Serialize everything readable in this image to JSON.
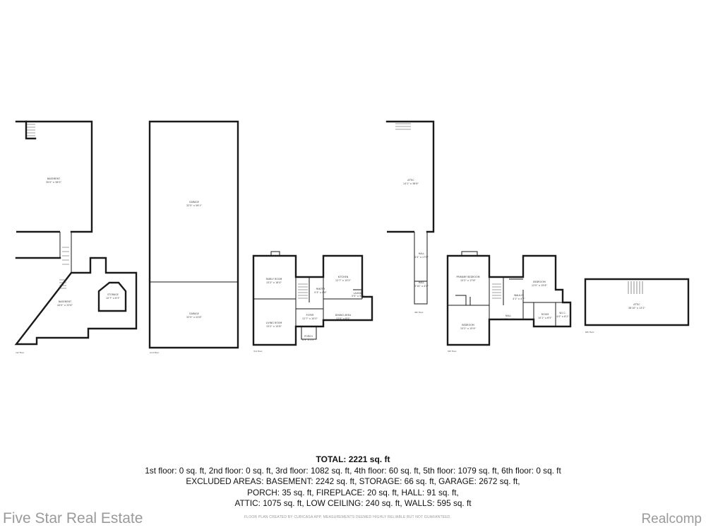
{
  "floors": {
    "basement_plan": {
      "label": "1st floor",
      "rooms": [
        {
          "name": "BASEMENT",
          "dims": "30'0\" x 36'0\""
        },
        {
          "name": "BASEMENT",
          "dims": "44'0\" x 33'6\""
        },
        {
          "name": "STORAGE",
          "dims": "10'7\" x 6'3\""
        }
      ]
    },
    "garage_plan": {
      "label": "2nd floor",
      "rooms": [
        {
          "name": "GARAGE",
          "dims": "32'5\" x 59'1\""
        },
        {
          "name": "GARAGE",
          "dims": "32'5\" x 22'8\""
        }
      ]
    },
    "main_plan": {
      "label": "3rd floor",
      "rooms": [
        {
          "name": "FAMILY ROOM",
          "dims": "15'2\" x 16'4\""
        },
        {
          "name": "LIVING ROOM",
          "dims": "15'2\" x 15'8\""
        },
        {
          "name": "KITCHEN",
          "dims": "12'7\" x 15'5\""
        },
        {
          "name": "DINING AREA",
          "dims": "12'0\" x 8'0\""
        },
        {
          "name": "FOYER",
          "dims": "12'7\" x 10'0\""
        },
        {
          "name": "PANTRY",
          "dims": "5'3\" x 4'6\""
        },
        {
          "name": "LAUND.",
          "dims": "5'5\" x 5'1\""
        },
        {
          "name": "PORCH",
          "dims": "6'9\" x 5'2\""
        }
      ]
    },
    "attic_plan": {
      "label": "4th floor",
      "rooms": [
        {
          "name": "ATTIC",
          "dims": "14'1\" x 38'6\""
        },
        {
          "name": "HALL",
          "dims": "4'4\" x 17'8\""
        },
        {
          "name": "HALL",
          "dims": "3'10\" x 4'0\""
        }
      ]
    },
    "upper_plan": {
      "label": "5th floor",
      "rooms": [
        {
          "name": "PRIMARY BEDROOM",
          "dims": "15'2\" x 17'8\""
        },
        {
          "name": "BEDROOM",
          "dims": "15'2\" x 15'9\""
        },
        {
          "name": "BEDROOM",
          "dims": "12'0\" x 15'6\""
        },
        {
          "name": "HALL",
          "dims": "14'7\" x 4'1\""
        },
        {
          "name": "ROOM",
          "dims": "10'1\" x 6'5\""
        },
        {
          "name": "WALK-IN",
          "dims": "4'1\" x 4'7\""
        },
        {
          "name": "W.I.C.",
          "dims": "4'0\" x 6'2\""
        }
      ]
    },
    "upper_attic_plan": {
      "label": "6th floor",
      "rooms": [
        {
          "name": "ATTIC",
          "dims": "38'10\" x 13'2\""
        }
      ]
    }
  },
  "summary": {
    "total": "TOTAL: 2221 sq. ft",
    "line1": "1st floor: 0 sq. ft, 2nd floor: 0 sq. ft, 3rd floor: 1082 sq. ft, 4th floor: 60 sq. ft, 5th floor: 1079 sq. ft, 6th floor: 0 sq. ft",
    "line2": "EXCLUDED AREAS: BASEMENT: 2242 sq. ft, STORAGE: 66 sq. ft, GARAGE: 2672 sq. ft,",
    "line3": "PORCH: 35 sq. ft, FIREPLACE: 20 sq. ft, HALL: 91 sq. ft,",
    "line4": "ATTIC: 1075 sq. ft, LOW CEILING: 240 sq. ft, WALLS: 595 sq. ft"
  },
  "footer": {
    "brand": "Five Star Real Estate",
    "disclaimer": "FLOOR PLAN CREATED BY CUBICASA APP. MEASUREMENTS DEEMED HIGHLY RELIABLE BUT NOT GUARANTEED.",
    "source": "Realcomp"
  }
}
